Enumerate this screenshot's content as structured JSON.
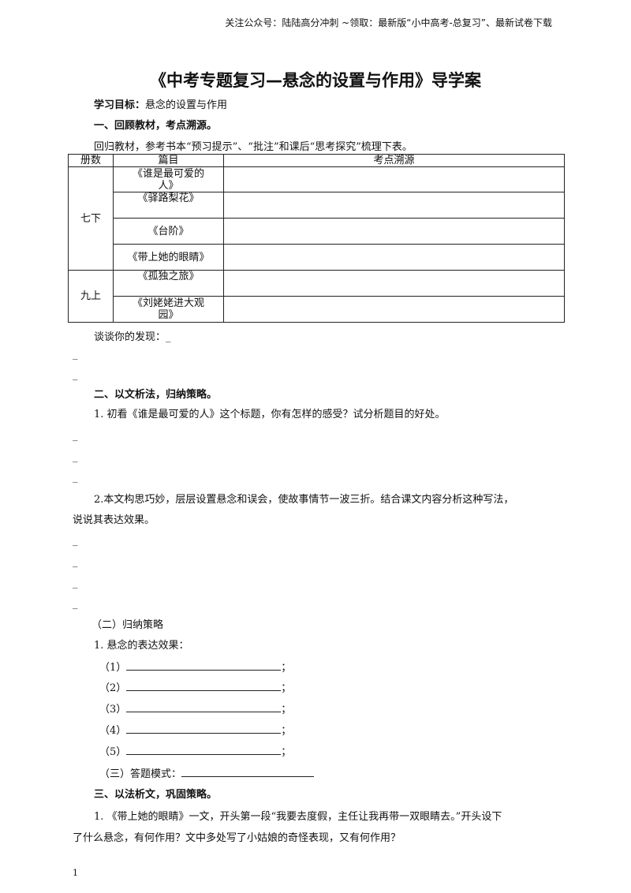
{
  "header_note": "关注公众号：陆陆高分冲刺  ~领取：最新版“小中高考-总复习”、最新试卷下载",
  "title": "《中考专题复习—悬念的设置与作用》导学案",
  "objective": {
    "label": "学习目标：",
    "text": "悬念的设置与作用"
  },
  "section1": {
    "heading": "一、回顾教材，考点溯源。",
    "instruction": "回归教材，参考书本“预习提示”、“批注”和课后“思考探究”梳理下表。",
    "table": {
      "headers": [
        "册数",
        "篇目",
        "考点溯源"
      ],
      "volume_7": "七下",
      "volume_9": "九上",
      "rows": [
        {
          "title_l1": "《谁是最可爱的",
          "title_l2": "人》"
        },
        {
          "title_l1": "《驿路梨花》",
          "title_l2": ""
        },
        {
          "title_l1": "《台阶》",
          "title_l2": ""
        },
        {
          "title_l1": "《带上她的眼睛》",
          "title_l2": ""
        },
        {
          "title_l1": "《孤独之旅》",
          "title_l2": ""
        },
        {
          "title_l1": "《刘姥姥进大观",
          "title_l2": "园》"
        }
      ]
    },
    "discovery": "谈谈你的发现：_",
    "blank": "_"
  },
  "section2": {
    "heading": "二、以文析法，归纳策略。",
    "q1": "1. 初看《谁是最可爱的人》这个标题，你有怎样的感受？试分析题目的好处。",
    "q2_l1": "2.本文构思巧妙，层层设置悬念和误会，使故事情节一波三折。结合课文内容分析这种写法，",
    "q2_l2": "说说其表达效果。",
    "sub_heading": "（二）归纳策略",
    "effect_label": "1. 悬念的表达效果：",
    "effects": [
      "（1）",
      "（2）",
      "（3）",
      "（4）",
      "（5）"
    ],
    "semicolon": "；",
    "mode_label": "（三）答题模式："
  },
  "section3": {
    "heading": "三、以法析文，巩固策略。",
    "q1_l1": "1. 《带上她的眼睛》一文，开头第一段“我要去度假，主任让我再带一双眼睛去。”开头设下",
    "q1_l2": "了什么悬念，有何作用？文中多处写了小姑娘的奇怪表现，又有何作用？"
  },
  "page_number": "1"
}
